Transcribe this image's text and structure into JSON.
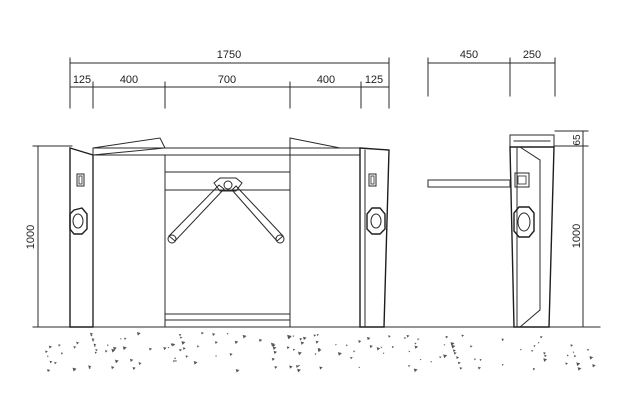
{
  "drawing": {
    "front_view": {
      "overall_width": "1750",
      "segments": [
        "125",
        "400",
        "700",
        "400",
        "125"
      ],
      "height": "1000"
    },
    "side_view": {
      "arm_length": "450",
      "body_depth": "250",
      "top_cap": "65",
      "height": "1000"
    }
  }
}
